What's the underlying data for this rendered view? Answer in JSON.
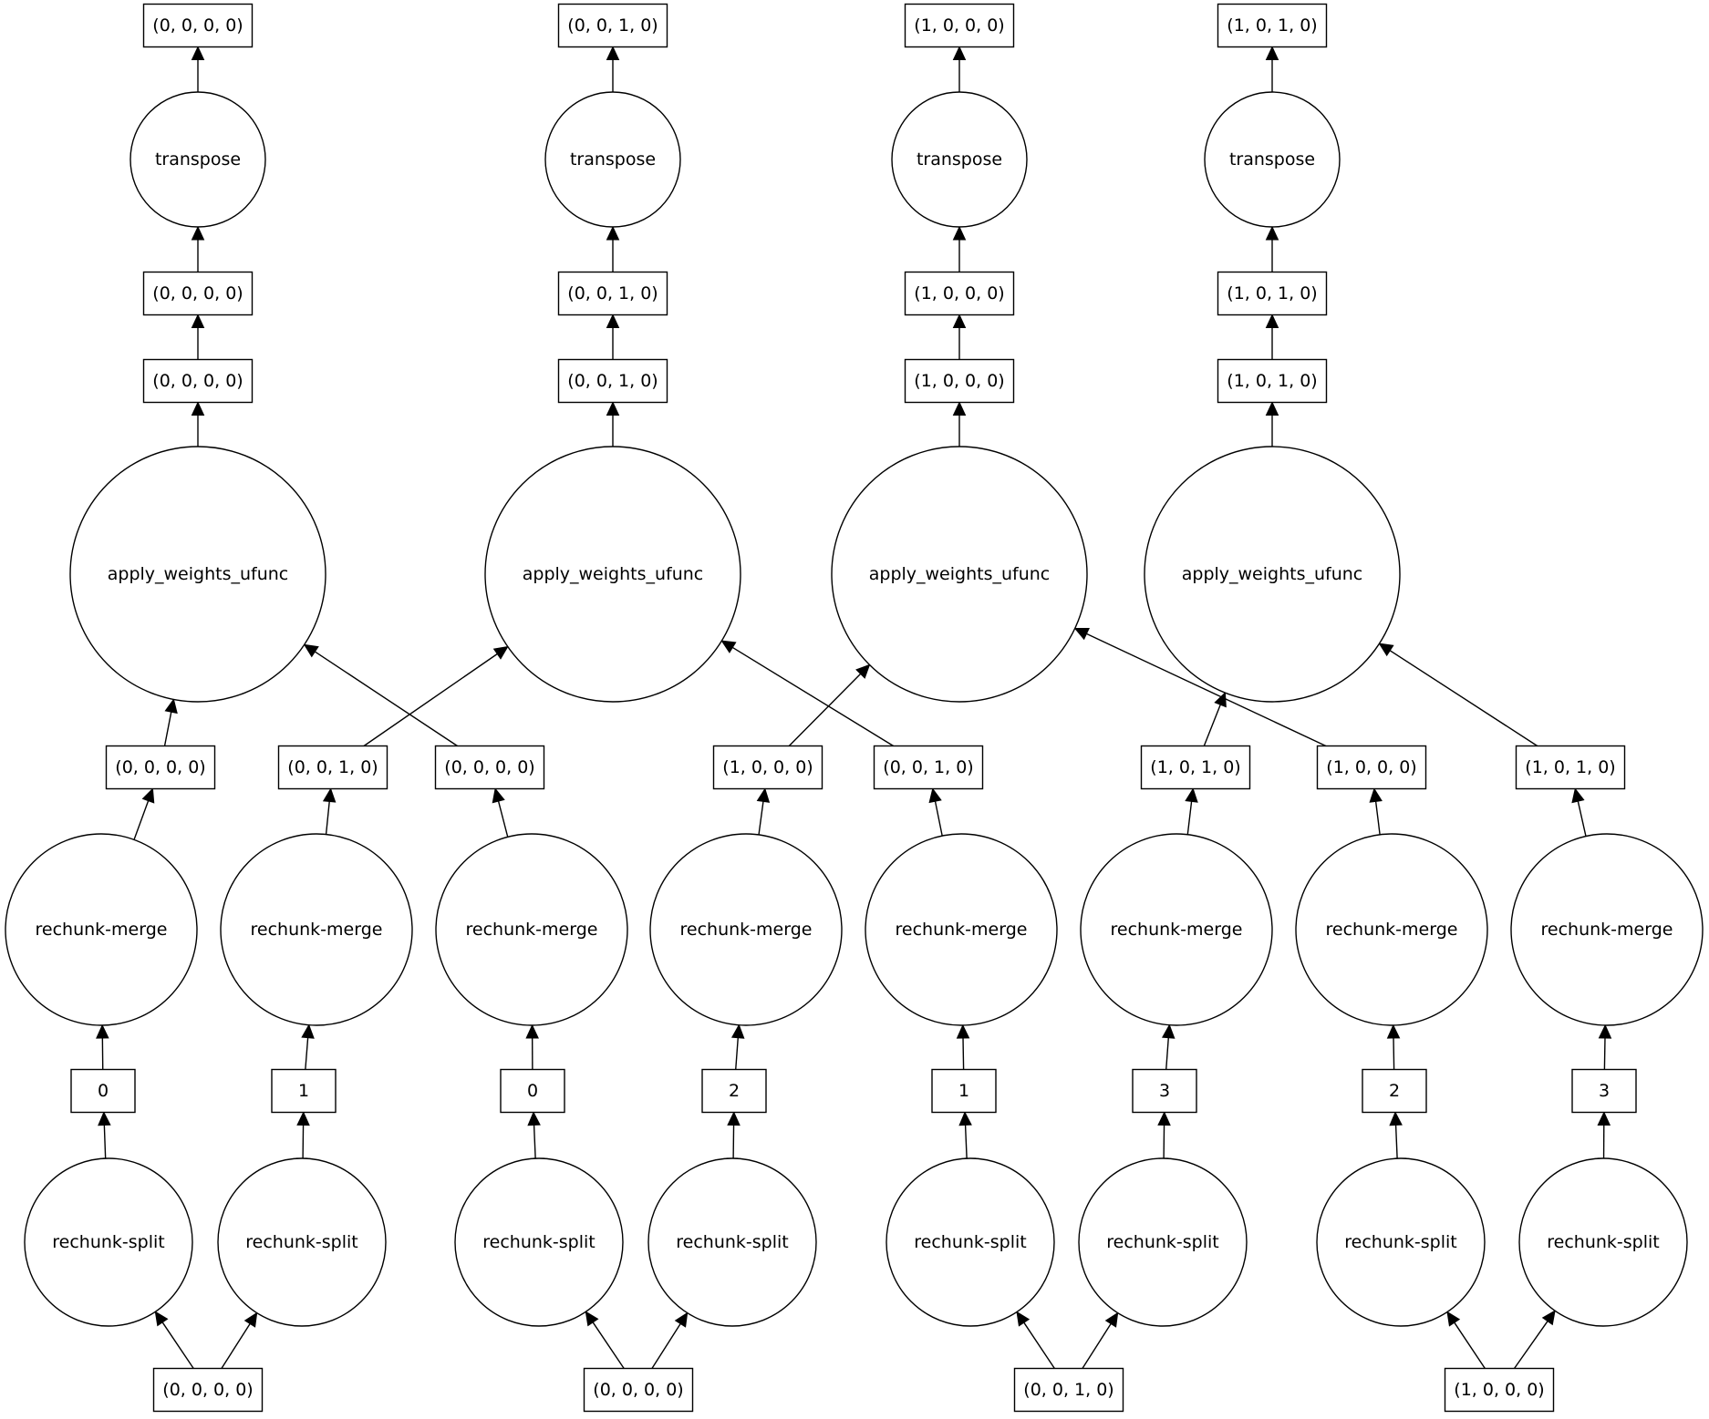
{
  "graph": {
    "nodes": [
      {
        "id": "out0",
        "shape": "box",
        "label": "(0, 0, 0, 0)"
      },
      {
        "id": "out1",
        "shape": "box",
        "label": "(0, 0, 1, 0)"
      },
      {
        "id": "out2",
        "shape": "box",
        "label": "(1, 0, 0, 0)"
      },
      {
        "id": "out3",
        "shape": "box",
        "label": "(1, 0, 1, 0)"
      },
      {
        "id": "tr0",
        "shape": "circle",
        "label": "transpose"
      },
      {
        "id": "tr1",
        "shape": "circle",
        "label": "transpose"
      },
      {
        "id": "tr2",
        "shape": "circle",
        "label": "transpose"
      },
      {
        "id": "tr3",
        "shape": "circle",
        "label": "transpose"
      },
      {
        "id": "ka0",
        "shape": "box",
        "label": "(0, 0, 0, 0)"
      },
      {
        "id": "ka1",
        "shape": "box",
        "label": "(0, 0, 1, 0)"
      },
      {
        "id": "ka2",
        "shape": "box",
        "label": "(1, 0, 0, 0)"
      },
      {
        "id": "ka3",
        "shape": "box",
        "label": "(1, 0, 1, 0)"
      },
      {
        "id": "kb0",
        "shape": "box",
        "label": "(0, 0, 0, 0)"
      },
      {
        "id": "kb1",
        "shape": "box",
        "label": "(0, 0, 1, 0)"
      },
      {
        "id": "kb2",
        "shape": "box",
        "label": "(1, 0, 0, 0)"
      },
      {
        "id": "kb3",
        "shape": "box",
        "label": "(1, 0, 1, 0)"
      },
      {
        "id": "aw0",
        "shape": "circle",
        "label": "apply_weights_ufunc"
      },
      {
        "id": "aw1",
        "shape": "circle",
        "label": "apply_weights_ufunc"
      },
      {
        "id": "aw2",
        "shape": "circle",
        "label": "apply_weights_ufunc"
      },
      {
        "id": "aw3",
        "shape": "circle",
        "label": "apply_weights_ufunc"
      },
      {
        "id": "m0",
        "shape": "box",
        "label": "(0, 0, 0, 0)"
      },
      {
        "id": "m1",
        "shape": "box",
        "label": "(0, 0, 1, 0)"
      },
      {
        "id": "m2",
        "shape": "box",
        "label": "(0, 0, 0, 0)"
      },
      {
        "id": "m3",
        "shape": "box",
        "label": "(1, 0, 0, 0)"
      },
      {
        "id": "m4",
        "shape": "box",
        "label": "(0, 0, 1, 0)"
      },
      {
        "id": "m5",
        "shape": "box",
        "label": "(1, 0, 1, 0)"
      },
      {
        "id": "m6",
        "shape": "box",
        "label": "(1, 0, 0, 0)"
      },
      {
        "id": "m7",
        "shape": "box",
        "label": "(1, 0, 1, 0)"
      },
      {
        "id": "rm0",
        "shape": "circle",
        "label": "rechunk-merge"
      },
      {
        "id": "rm1",
        "shape": "circle",
        "label": "rechunk-merge"
      },
      {
        "id": "rm2",
        "shape": "circle",
        "label": "rechunk-merge"
      },
      {
        "id": "rm3",
        "shape": "circle",
        "label": "rechunk-merge"
      },
      {
        "id": "rm4",
        "shape": "circle",
        "label": "rechunk-merge"
      },
      {
        "id": "rm5",
        "shape": "circle",
        "label": "rechunk-merge"
      },
      {
        "id": "rm6",
        "shape": "circle",
        "label": "rechunk-merge"
      },
      {
        "id": "rm7",
        "shape": "circle",
        "label": "rechunk-merge"
      },
      {
        "id": "n0",
        "shape": "box",
        "label": "0"
      },
      {
        "id": "n1",
        "shape": "box",
        "label": "1"
      },
      {
        "id": "n2",
        "shape": "box",
        "label": "0"
      },
      {
        "id": "n3",
        "shape": "box",
        "label": "2"
      },
      {
        "id": "n4",
        "shape": "box",
        "label": "1"
      },
      {
        "id": "n5",
        "shape": "box",
        "label": "3"
      },
      {
        "id": "n6",
        "shape": "box",
        "label": "2"
      },
      {
        "id": "n7",
        "shape": "box",
        "label": "3"
      },
      {
        "id": "rs0",
        "shape": "circle",
        "label": "rechunk-split"
      },
      {
        "id": "rs1",
        "shape": "circle",
        "label": "rechunk-split"
      },
      {
        "id": "rs2",
        "shape": "circle",
        "label": "rechunk-split"
      },
      {
        "id": "rs3",
        "shape": "circle",
        "label": "rechunk-split"
      },
      {
        "id": "rs4",
        "shape": "circle",
        "label": "rechunk-split"
      },
      {
        "id": "rs5",
        "shape": "circle",
        "label": "rechunk-split"
      },
      {
        "id": "rs6",
        "shape": "circle",
        "label": "rechunk-split"
      },
      {
        "id": "rs7",
        "shape": "circle",
        "label": "rechunk-split"
      },
      {
        "id": "in0",
        "shape": "box",
        "label": "(0, 0, 0, 0)"
      },
      {
        "id": "in1",
        "shape": "box",
        "label": "(0, 0, 0, 0)"
      },
      {
        "id": "in2",
        "shape": "box",
        "label": "(0, 0, 1, 0)"
      },
      {
        "id": "in3",
        "shape": "box",
        "label": "(1, 0, 0, 0)"
      }
    ],
    "edges": [
      [
        "in0",
        "rs0"
      ],
      [
        "in0",
        "rs1"
      ],
      [
        "in1",
        "rs2"
      ],
      [
        "in1",
        "rs3"
      ],
      [
        "in2",
        "rs4"
      ],
      [
        "in2",
        "rs5"
      ],
      [
        "in3",
        "rs6"
      ],
      [
        "in3",
        "rs7"
      ],
      [
        "rs0",
        "n0"
      ],
      [
        "rs1",
        "n1"
      ],
      [
        "rs2",
        "n2"
      ],
      [
        "rs3",
        "n3"
      ],
      [
        "rs4",
        "n4"
      ],
      [
        "rs5",
        "n5"
      ],
      [
        "rs6",
        "n6"
      ],
      [
        "rs7",
        "n7"
      ],
      [
        "n0",
        "rm0"
      ],
      [
        "n1",
        "rm1"
      ],
      [
        "n2",
        "rm2"
      ],
      [
        "n3",
        "rm3"
      ],
      [
        "n4",
        "rm4"
      ],
      [
        "n5",
        "rm5"
      ],
      [
        "n6",
        "rm6"
      ],
      [
        "n7",
        "rm7"
      ],
      [
        "rm0",
        "m0"
      ],
      [
        "rm1",
        "m1"
      ],
      [
        "rm2",
        "m2"
      ],
      [
        "rm3",
        "m3"
      ],
      [
        "rm4",
        "m4"
      ],
      [
        "rm5",
        "m5"
      ],
      [
        "rm6",
        "m6"
      ],
      [
        "rm7",
        "m7"
      ],
      [
        "m0",
        "aw0"
      ],
      [
        "m2",
        "aw0"
      ],
      [
        "m1",
        "aw1"
      ],
      [
        "m4",
        "aw1"
      ],
      [
        "m3",
        "aw2"
      ],
      [
        "m6",
        "aw2"
      ],
      [
        "m5",
        "aw3"
      ],
      [
        "m7",
        "aw3"
      ],
      [
        "aw0",
        "kb0"
      ],
      [
        "aw1",
        "kb1"
      ],
      [
        "aw2",
        "kb2"
      ],
      [
        "aw3",
        "kb3"
      ],
      [
        "kb0",
        "ka0"
      ],
      [
        "kb1",
        "ka1"
      ],
      [
        "kb2",
        "ka2"
      ],
      [
        "kb3",
        "ka3"
      ],
      [
        "ka0",
        "tr0"
      ],
      [
        "ka1",
        "tr1"
      ],
      [
        "ka2",
        "tr2"
      ],
      [
        "ka3",
        "tr3"
      ],
      [
        "tr0",
        "out0"
      ],
      [
        "tr1",
        "out1"
      ],
      [
        "tr2",
        "out2"
      ],
      [
        "tr3",
        "out3"
      ]
    ]
  }
}
